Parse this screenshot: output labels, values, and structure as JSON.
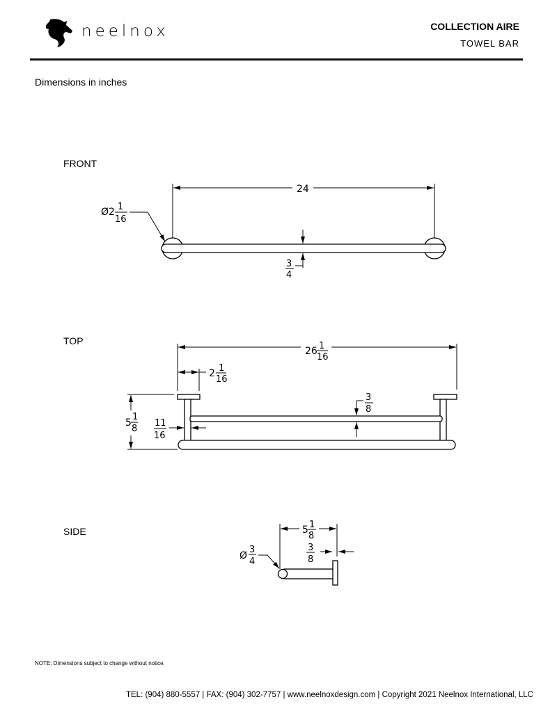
{
  "header": {
    "brand": "neelnox",
    "collection": "COLLECTION AIRE",
    "product": "TOWEL BAR"
  },
  "units_note": "Dimensions in inches",
  "views": {
    "front": {
      "label": "FRONT",
      "length": "24",
      "diameter": {
        "prefix": "Ø2",
        "num": "1",
        "den": "16"
      },
      "bar": {
        "num": "3",
        "den": "4"
      }
    },
    "top": {
      "label": "TOP",
      "overall": {
        "whole": "26",
        "num": "1",
        "den": "16"
      },
      "plate": {
        "whole": "2",
        "num": "1",
        "den": "16"
      },
      "projection": {
        "whole": "5",
        "num": "1",
        "den": "8"
      },
      "post": {
        "num": "11",
        "den": "16"
      },
      "gap": {
        "num": "3",
        "den": "8"
      }
    },
    "side": {
      "label": "SIDE",
      "projection": {
        "whole": "5",
        "num": "1",
        "den": "8"
      },
      "plate": {
        "num": "3",
        "den": "8"
      },
      "diameter": {
        "prefix": "Ø",
        "num": "3",
        "den": "4"
      }
    }
  },
  "note": "NOTE: Dimensions subject to change without notice.",
  "footer": {
    "tel": "TEL: (904) 880-5557",
    "fax": "FAX: (904) 302-7757",
    "web": "www.neelnoxdesign.com",
    "copyright": "Copyright 2021 Neelnox International, LLC"
  }
}
